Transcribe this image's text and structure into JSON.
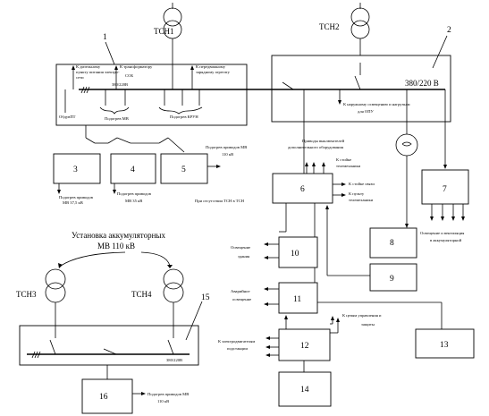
{
  "labels": {
    "tsn1": "ТСН1",
    "tsn2": "ТСН2",
    "tsn3": "ТСН3",
    "tsn4": "ТСН4",
    "v380_2": "380/220 В",
    "v380_15": "380/220В",
    "v380_1": "380/220В",
    "n1": "1",
    "n2": "2",
    "n3": "3",
    "n4": "4",
    "n5": "5",
    "n6": "6",
    "n7": "7",
    "n8": "8",
    "n9": "9",
    "n10": "10",
    "n11": "11",
    "n12": "12",
    "n13": "13",
    "n14": "14",
    "n15": "15",
    "n16": "16",
    "b1_compressor_1": "К дизельному",
    "b1_compressor_2": "пункту питания электро-",
    "b1_compressor_3": "сети",
    "b1_transformer_1": "К трансформатору",
    "b1_transformer_2": "СОБ",
    "b1_charge_1": "К передвижному",
    "b1_charge_2": "зарядному агрегату",
    "b1_oilhouse": "ОбдувПТ",
    "b1_mv": "Подогрев МВ",
    "b1_krun": "Подогрев КРУН",
    "b2_outdoor_1": "К наружному освещению и нагрузкам",
    "b2_outdoor_2": "для ОПУ",
    "mid_ctrl_1": "Приводы выключателей",
    "mid_ctrl_2": "дополнительного оборудования",
    "mid_stab_1": "К стойке",
    "mid_stab_2": "телемеханики",
    "mid_mv110_1": "Подогрев приводов МВ",
    "mid_mv110_2": "110 кВ",
    "below3_1": "Подогрев приводов",
    "below3_2": "МВ 37,5 кВ",
    "below4_1": "Подогрев приводов",
    "below4_2": "МВ 35 кВ",
    "below5": "При отсутствии ТСН в ТСН",
    "b6_rack_1": "К стойке связи",
    "b6_comm_1": "К пульту",
    "b6_comm_2": "телемеханики",
    "b7_note_1": "Освещение и вентиляция",
    "b7_note_2": "в аккумуляторной",
    "b10_1": "Освещение",
    "b10_2": "здания",
    "b11_1": "Аварийное",
    "b11_2": "освещение",
    "b12_left_1": "К электродвигателям",
    "b12_left_2": "подстанции",
    "b12_top_1": "К цепям управления и",
    "b12_top_2": "защиты",
    "title_1": "Установка аккумуляторных",
    "title_2": "МВ 110 кВ",
    "b15_v": "380/220В",
    "b16_right_1": "Подогрев приводов МВ",
    "b16_right_2": "110 кВ"
  }
}
